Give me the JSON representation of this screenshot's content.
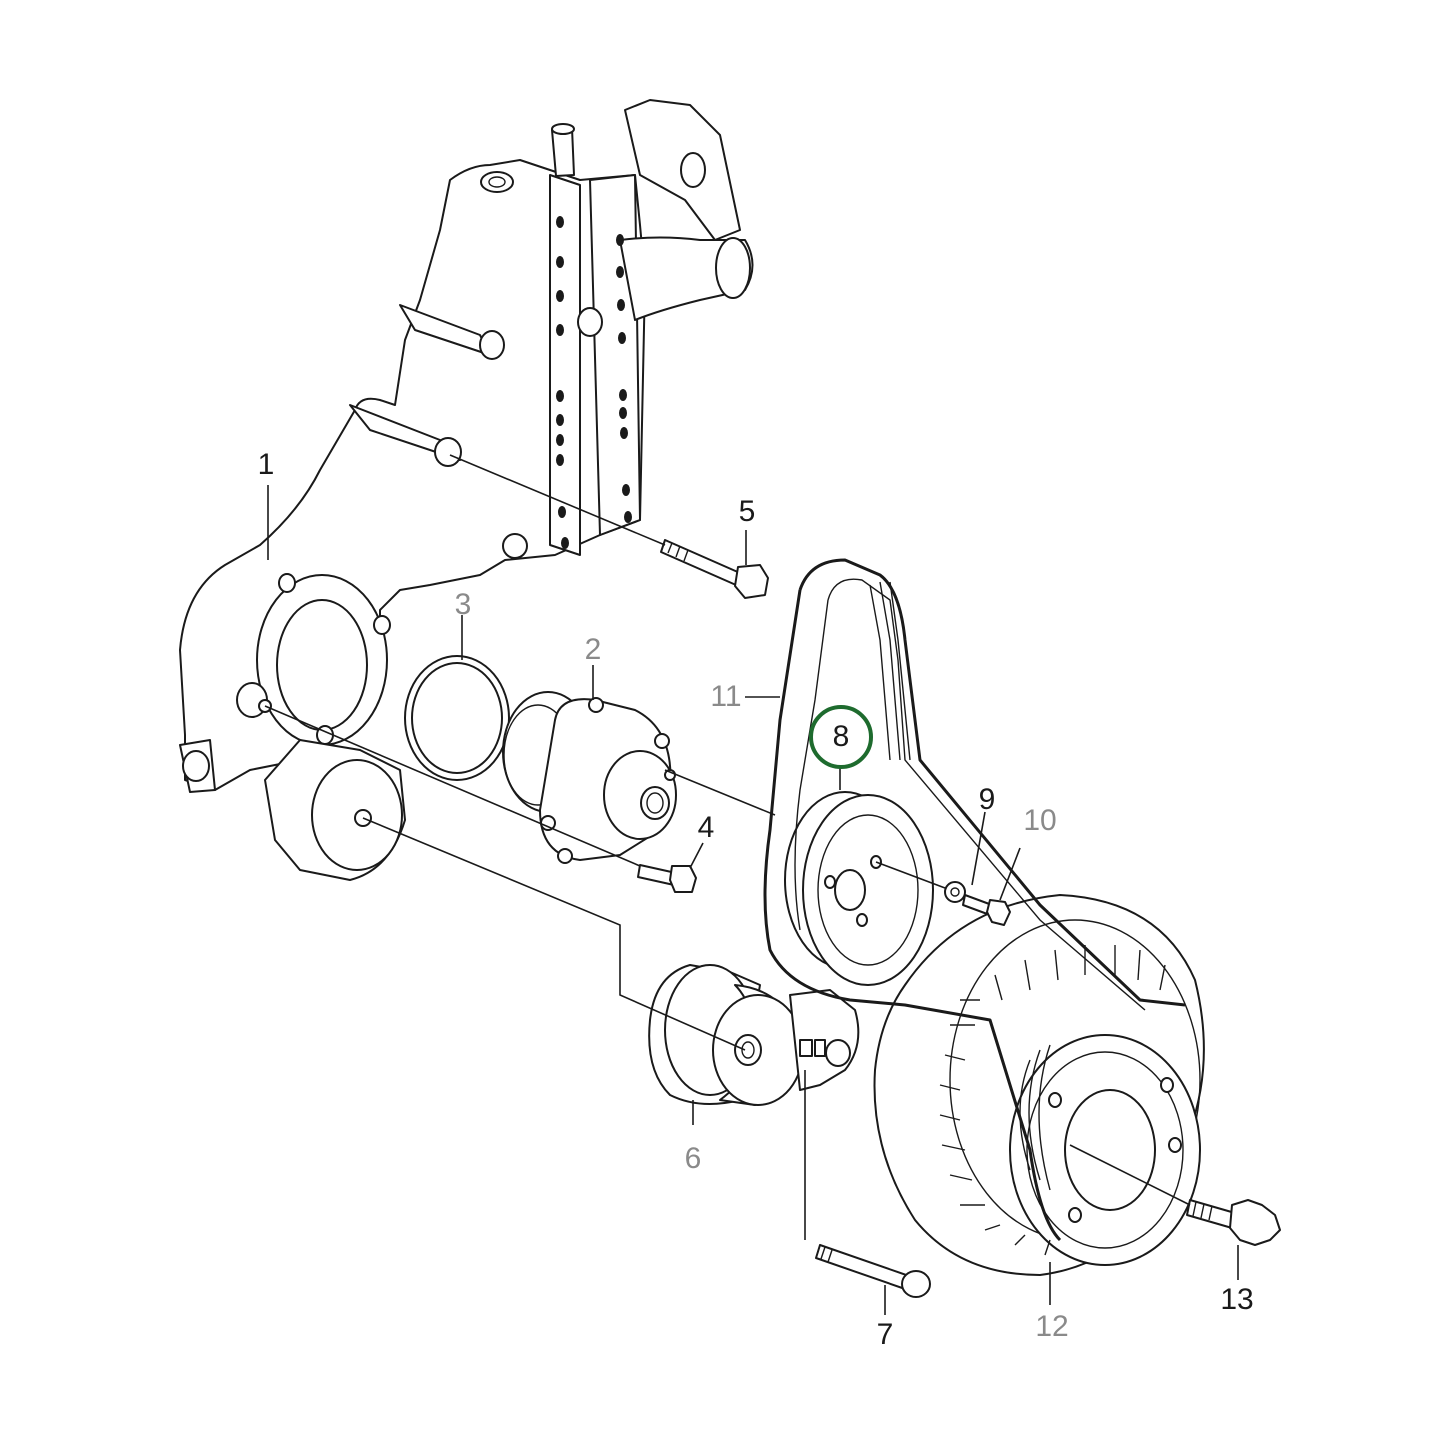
{
  "diagram": {
    "callouts": [
      {
        "id": "1",
        "label": "1",
        "tone": "dark"
      },
      {
        "id": "2",
        "label": "2",
        "tone": "grey"
      },
      {
        "id": "3",
        "label": "3",
        "tone": "grey"
      },
      {
        "id": "4",
        "label": "4",
        "tone": "dark"
      },
      {
        "id": "5",
        "label": "5",
        "tone": "dark"
      },
      {
        "id": "6",
        "label": "6",
        "tone": "grey"
      },
      {
        "id": "7",
        "label": "7",
        "tone": "dark"
      },
      {
        "id": "8",
        "label": "8",
        "tone": "dark",
        "highlighted": true
      },
      {
        "id": "9",
        "label": "9",
        "tone": "dark"
      },
      {
        "id": "10",
        "label": "10",
        "tone": "grey"
      },
      {
        "id": "11",
        "label": "11",
        "tone": "grey"
      },
      {
        "id": "12",
        "label": "12",
        "tone": "grey"
      },
      {
        "id": "13",
        "label": "13",
        "tone": "dark"
      }
    ],
    "highlight_color": "#1e6b2e",
    "line_color": "#1a1a1a",
    "grey_label_color": "#8a8a8a"
  }
}
